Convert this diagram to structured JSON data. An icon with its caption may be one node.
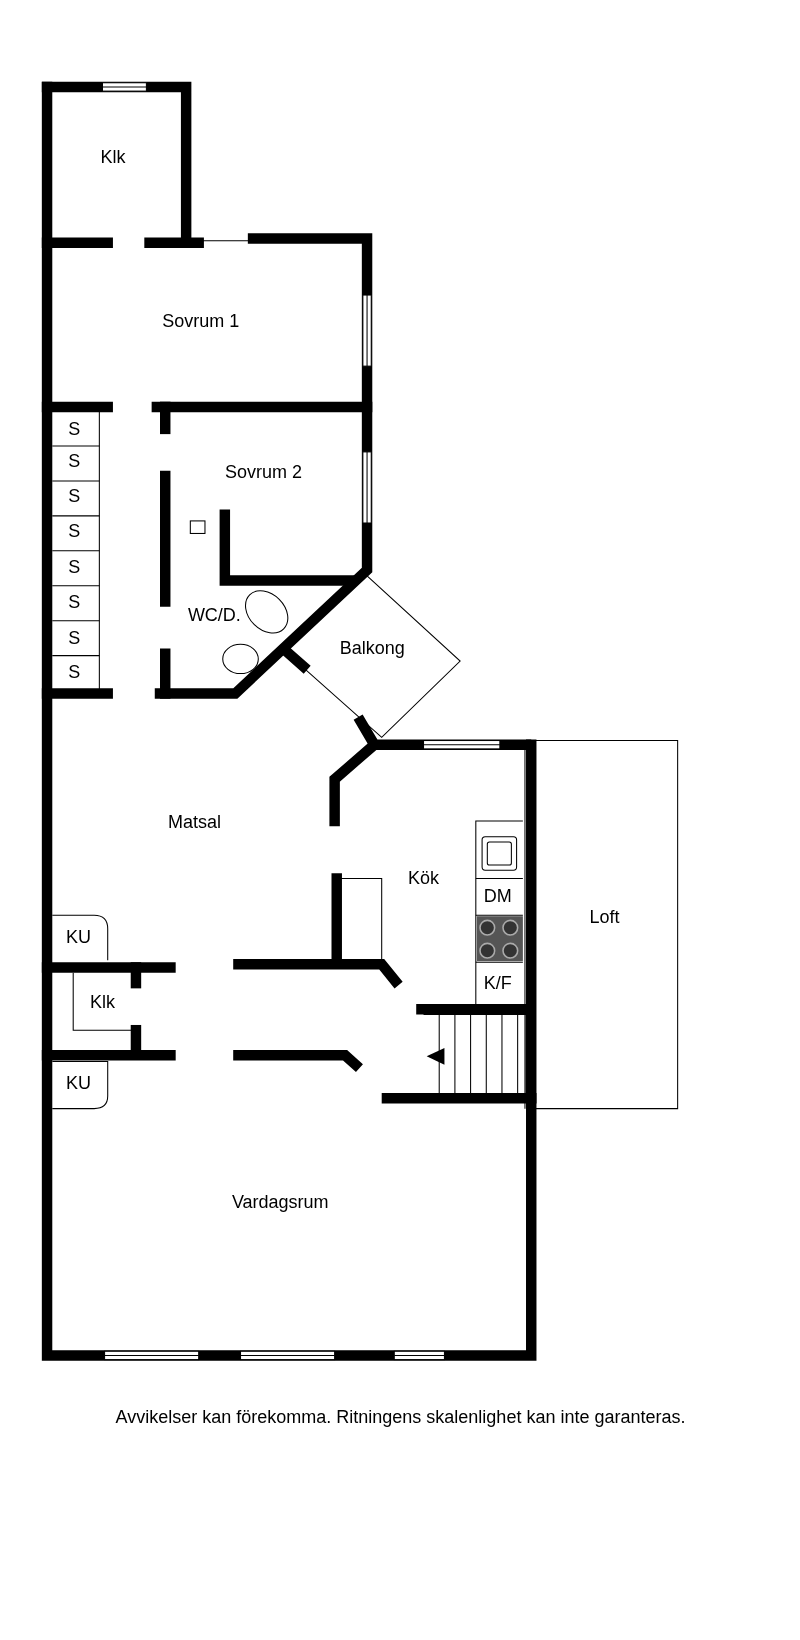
{
  "diagram": {
    "caption": "Avvikelser kan förekomma. Ritningens skalenlighet kan inte garanteras.",
    "labels": [
      "Klk",
      "Sovrum 1",
      "S",
      "S",
      "Sovrum 2",
      "S",
      "S",
      "S",
      "S",
      "WC/D.",
      "S",
      "Balkong",
      "S",
      "Matsal",
      "Kök",
      "DM",
      "Loft",
      "KU",
      "K/F",
      "Klk",
      "KU",
      "Vardagsrum"
    ]
  }
}
